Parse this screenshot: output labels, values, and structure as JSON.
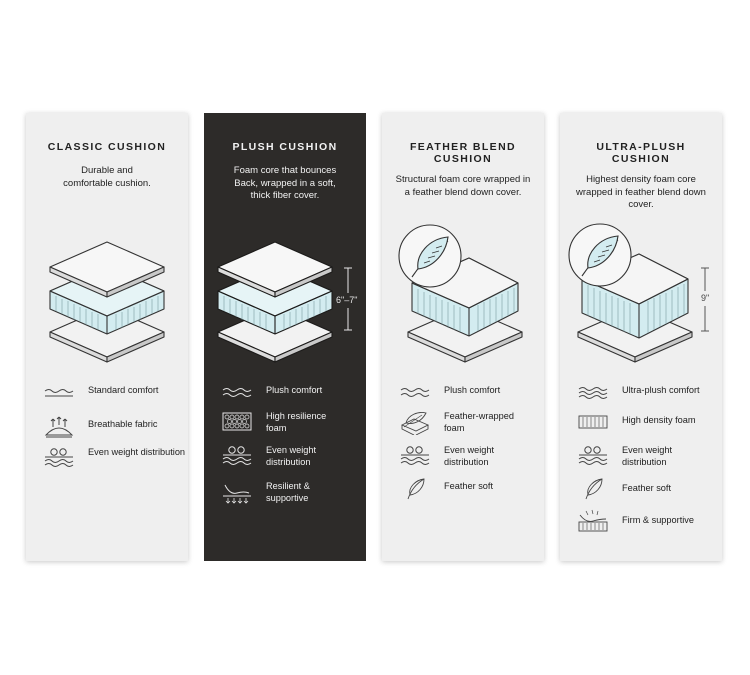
{
  "panels": [
    {
      "title": "CLASSIC CUSHION",
      "description": "Durable and comfortable cushion.",
      "features": [
        {
          "icon": "wave-single-icon",
          "label": "Standard comfort"
        },
        {
          "icon": "breathable-fabric-icon",
          "label": "Breathable fabric"
        },
        {
          "icon": "weight-distribution-icon",
          "label": "Even weight distribution"
        }
      ]
    },
    {
      "title": "PLUSH CUSHION",
      "description": "Foam core that bounces Back, wrapped in a soft, thick fiber cover.",
      "dimension": "6\"–7\"",
      "features": [
        {
          "icon": "wave-double-icon",
          "label": "Plush comfort"
        },
        {
          "icon": "foam-cells-icon",
          "label": "High resilience foam"
        },
        {
          "icon": "weight-distribution-icon",
          "label": "Even weight distribution"
        },
        {
          "icon": "support-springs-icon",
          "label": "Resilient & supportive"
        }
      ]
    },
    {
      "title": "FEATHER BLEND CUSHION",
      "description": "Structural foam core wrapped in a feather blend down cover.",
      "features": [
        {
          "icon": "wave-double-icon",
          "label": "Plush comfort"
        },
        {
          "icon": "feather-wrapped-icon",
          "label": "Feather-wrapped foam"
        },
        {
          "icon": "weight-distribution-icon",
          "label": "Even weight distribution"
        },
        {
          "icon": "feather-icon",
          "label": "Feather soft"
        }
      ]
    },
    {
      "title": "ULTRA-PLUSH CUSHION",
      "description": "Highest density foam core wrapped in feather blend down cover.",
      "dimension": "9\"",
      "features": [
        {
          "icon": "wave-triple-icon",
          "label": "Ultra-plush comfort"
        },
        {
          "icon": "density-foam-icon",
          "label": "High density foam"
        },
        {
          "icon": "weight-distribution-icon",
          "label": "Even weight distribution"
        },
        {
          "icon": "feather-icon",
          "label": "Feather soft"
        },
        {
          "icon": "firm-support-icon",
          "label": "Firm & supportive"
        }
      ]
    }
  ],
  "colors": {
    "panel_light": "#efefef",
    "panel_dark": "#2d2b29",
    "foam_core": "#d3ecf0"
  }
}
